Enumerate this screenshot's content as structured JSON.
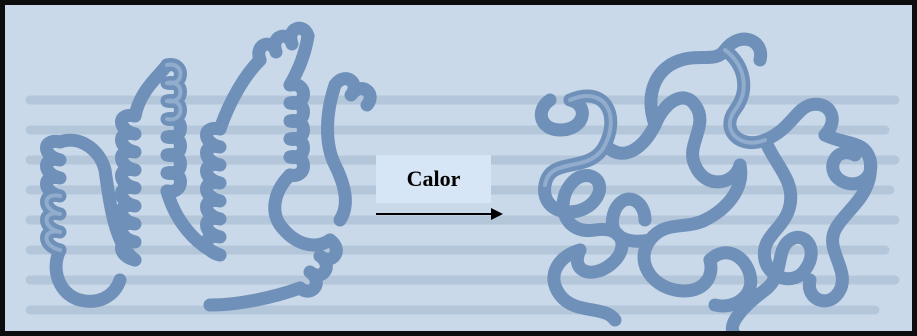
{
  "diagram": {
    "label": "Calor",
    "colors": {
      "background": "#c9d9ea",
      "chain": "#6f90b8",
      "chain_highlight": "#9cb6d3",
      "label_box": "#d6e6f6",
      "border": "#0d0d0d"
    },
    "left_structure": "native-protein-helices",
    "right_structure": "denatured-random-coil",
    "arrow": "right-arrow-icon"
  }
}
